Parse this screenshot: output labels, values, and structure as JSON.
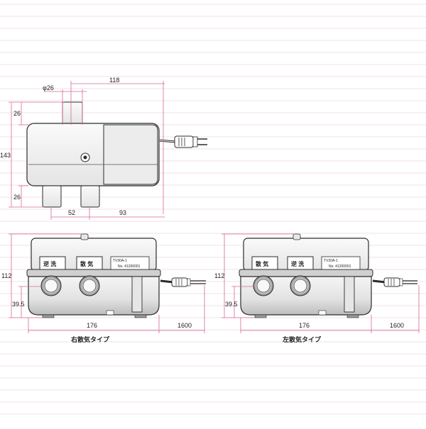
{
  "colors": {
    "dimension_line": "#d9669a",
    "ruled_line": "#e6c3d4",
    "outline": "#2b2b2b",
    "body_light": "#f2f2f2",
    "body_mid": "#dedede",
    "body_dark": "#b4b4b4"
  },
  "top_view": {
    "dim_pipe_diameter": "φ26",
    "dim_total_width": "118",
    "dim_total_height": "143",
    "dim_pipe_top": "26",
    "dim_pipe_bottom": "26",
    "dim_pipe_offset": "52",
    "dim_pipe_span": "93"
  },
  "right_unit": {
    "label_left": "逆 洗",
    "label_right": "散 気",
    "plate_model": "TV30A-1",
    "plate_number": "No. 41200001",
    "dim_height": "112",
    "dim_pipe_height": "39.5",
    "dim_width": "176",
    "dim_cord": "1600",
    "caption": "右散気タイプ"
  },
  "left_unit": {
    "label_left": "散 気",
    "label_right": "逆 洗",
    "plate_model": "TV20A-1",
    "plate_number": "No. 41200001",
    "dim_height": "112",
    "dim_pipe_height": "39.5",
    "dim_width": "176",
    "dim_cord": "1600",
    "caption": "左散気タイプ"
  }
}
